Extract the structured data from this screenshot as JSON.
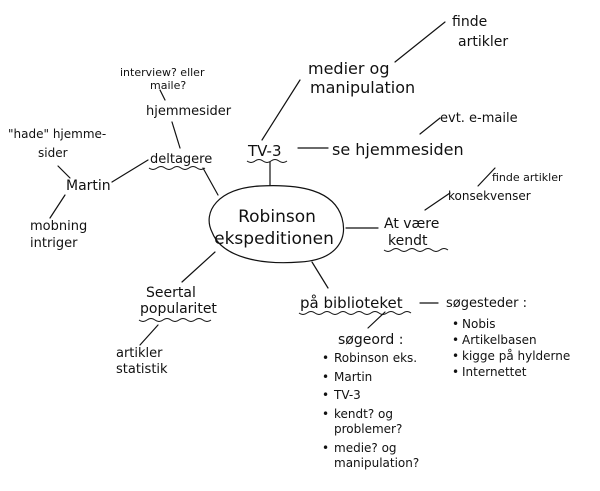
{
  "center": {
    "line1": "Robinson",
    "line2": "ekspeditionen"
  },
  "deltagere": {
    "label": "deltagere",
    "hjemmesider": "hjemmesider",
    "interview_line1": "interview? eller",
    "interview_line2": "maile?",
    "martin": "Martin",
    "hade_line1": "\"hade\" hjemme-",
    "hade_line2": "sider",
    "mobning_line1": "mobning",
    "mobning_line2": "intriger"
  },
  "tv3": {
    "label": "TV-3",
    "medier_line1": "medier og",
    "medier_line2": "manipulation",
    "finde_line1": "finde",
    "finde_line2": "artikler",
    "se_hjemmesiden": "se hjemmesiden",
    "evt": "evt. e-maile"
  },
  "kendt": {
    "label_line1": "At være",
    "label_line2": "kendt",
    "konsekvenser": "konsekvenser",
    "finde_artikler": "finde artikler"
  },
  "seertal": {
    "label_line1": "Seertal",
    "label_line2": "popularitet",
    "artikler": "artikler",
    "statistik": "statistik"
  },
  "bibliotek": {
    "label": "på biblioteket",
    "soegesteder": {
      "title": "søgesteder :",
      "items": [
        "Nobis",
        "Artikelbasen",
        "kigge på hylderne",
        "Internettet"
      ]
    },
    "soegeord": {
      "title": "søgeord :",
      "items": [
        {
          "line1": "Robinson eks.",
          "line2": ""
        },
        {
          "line1": "Martin",
          "line2": ""
        },
        {
          "line1": "TV-3",
          "line2": ""
        },
        {
          "line1": "kendt? og",
          "line2": "problemer?"
        },
        {
          "line1": "medie? og",
          "line2": "manipulation?"
        }
      ]
    }
  }
}
